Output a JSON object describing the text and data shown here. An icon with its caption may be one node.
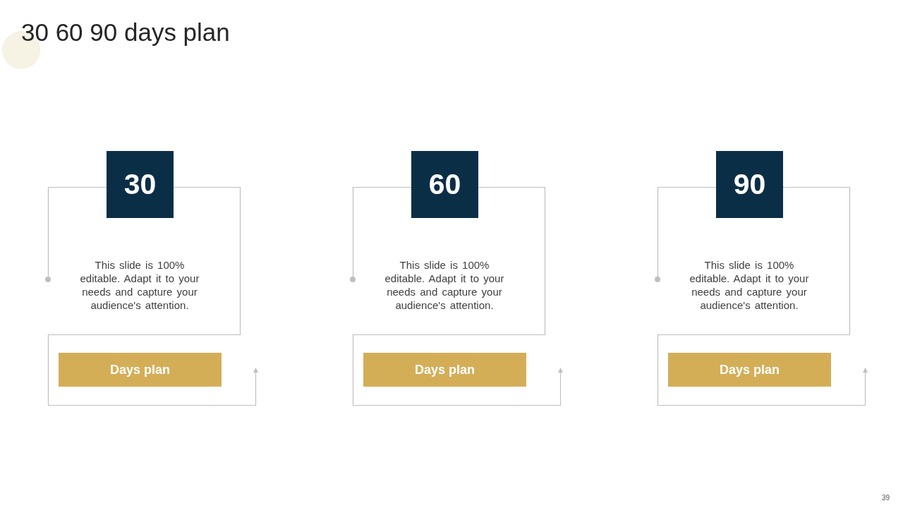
{
  "diagram": {
    "title": "30 60 90 days plan",
    "nodes": [
      {
        "text": [
          "30"
        ]
      },
      {
        "text": [
          "This slide is 100% editable. Adapt it to your needs and capture your audience's attention."
        ]
      },
      {
        "text": [
          "Days plan"
        ]
      },
      {
        "text": [
          "60"
        ]
      },
      {
        "text": [
          "This slide is 100% editable. Adapt it to your needs and capture your audience's attention."
        ]
      },
      {
        "text": [
          "Days plan"
        ]
      },
      {
        "text": [
          "90"
        ]
      },
      {
        "text": [
          "This slide is 100% editable. Adapt it to your needs and capture your audience's attention."
        ]
      },
      {
        "text": [
          "Days plan"
        ]
      }
    ],
    "labels": [
      "39"
    ]
  }
}
